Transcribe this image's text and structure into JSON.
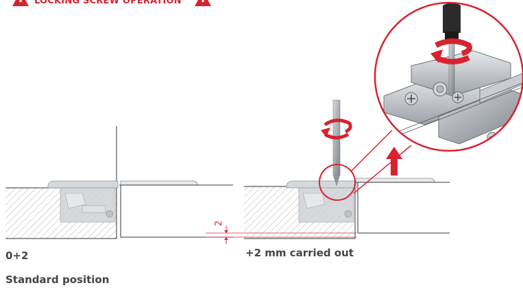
{
  "header": {
    "title": "LOCKING SCREW OPERATION"
  },
  "dimension": {
    "value": "2"
  },
  "captions": {
    "left_value": "0+2",
    "right_value": "+2 mm carried out",
    "left_subtitle": "Standard position"
  },
  "colors": {
    "accent": "#d6232f",
    "line": "#333333",
    "part_fill": "#bfc3c7"
  },
  "icons": [
    "warning-triangle-icon",
    "rotation-arrow-icon",
    "up-arrow-icon",
    "screwdriver-icon",
    "screw-head-icon"
  ]
}
